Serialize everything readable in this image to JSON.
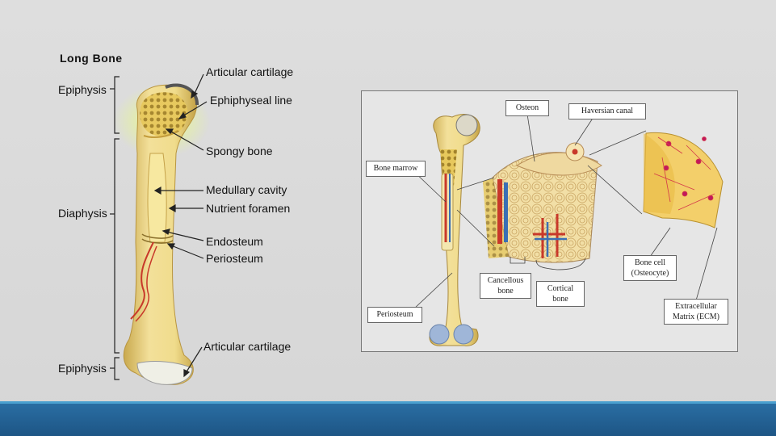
{
  "title": "Long Bone",
  "left_labels": {
    "epiphysis_top": "Epiphysis",
    "diaphysis": "Diaphysis",
    "epiphysis_bottom": "Epiphysis"
  },
  "right_labels": {
    "articular_cartilage_top": "Articular cartilage",
    "epiphyseal_line": "Ephiphyseal line",
    "spongy_bone": "Spongy bone",
    "medullary_cavity": "Medullary cavity",
    "nutrient_foramen": "Nutrient foramen",
    "endosteum": "Endosteum",
    "periosteum": "Periosteum",
    "articular_cartilage_bottom": "Articular cartilage"
  },
  "detail_labels": {
    "osteon": "Osteon",
    "haversian_canal": "Haversian canal",
    "bone_marrow": "Bone marrow",
    "cancellous_line1": "Cancellous",
    "cancellous_line2": "bone",
    "cortical_line1": "Cortical",
    "cortical_line2": "bone",
    "bone_cell_line1": "Bone cell",
    "bone_cell_line2": "(Osteocyte)",
    "ecm_line1": "Extracellular",
    "ecm_line2": "Matrix (ECM)",
    "periosteum": "Periosteum"
  },
  "colors": {
    "bone": "#f0dc8c",
    "bone_shadow": "#c9a94e",
    "blood_red": "#c8382a",
    "blood_blue": "#3a6fb5",
    "footer": "#1d5585"
  }
}
